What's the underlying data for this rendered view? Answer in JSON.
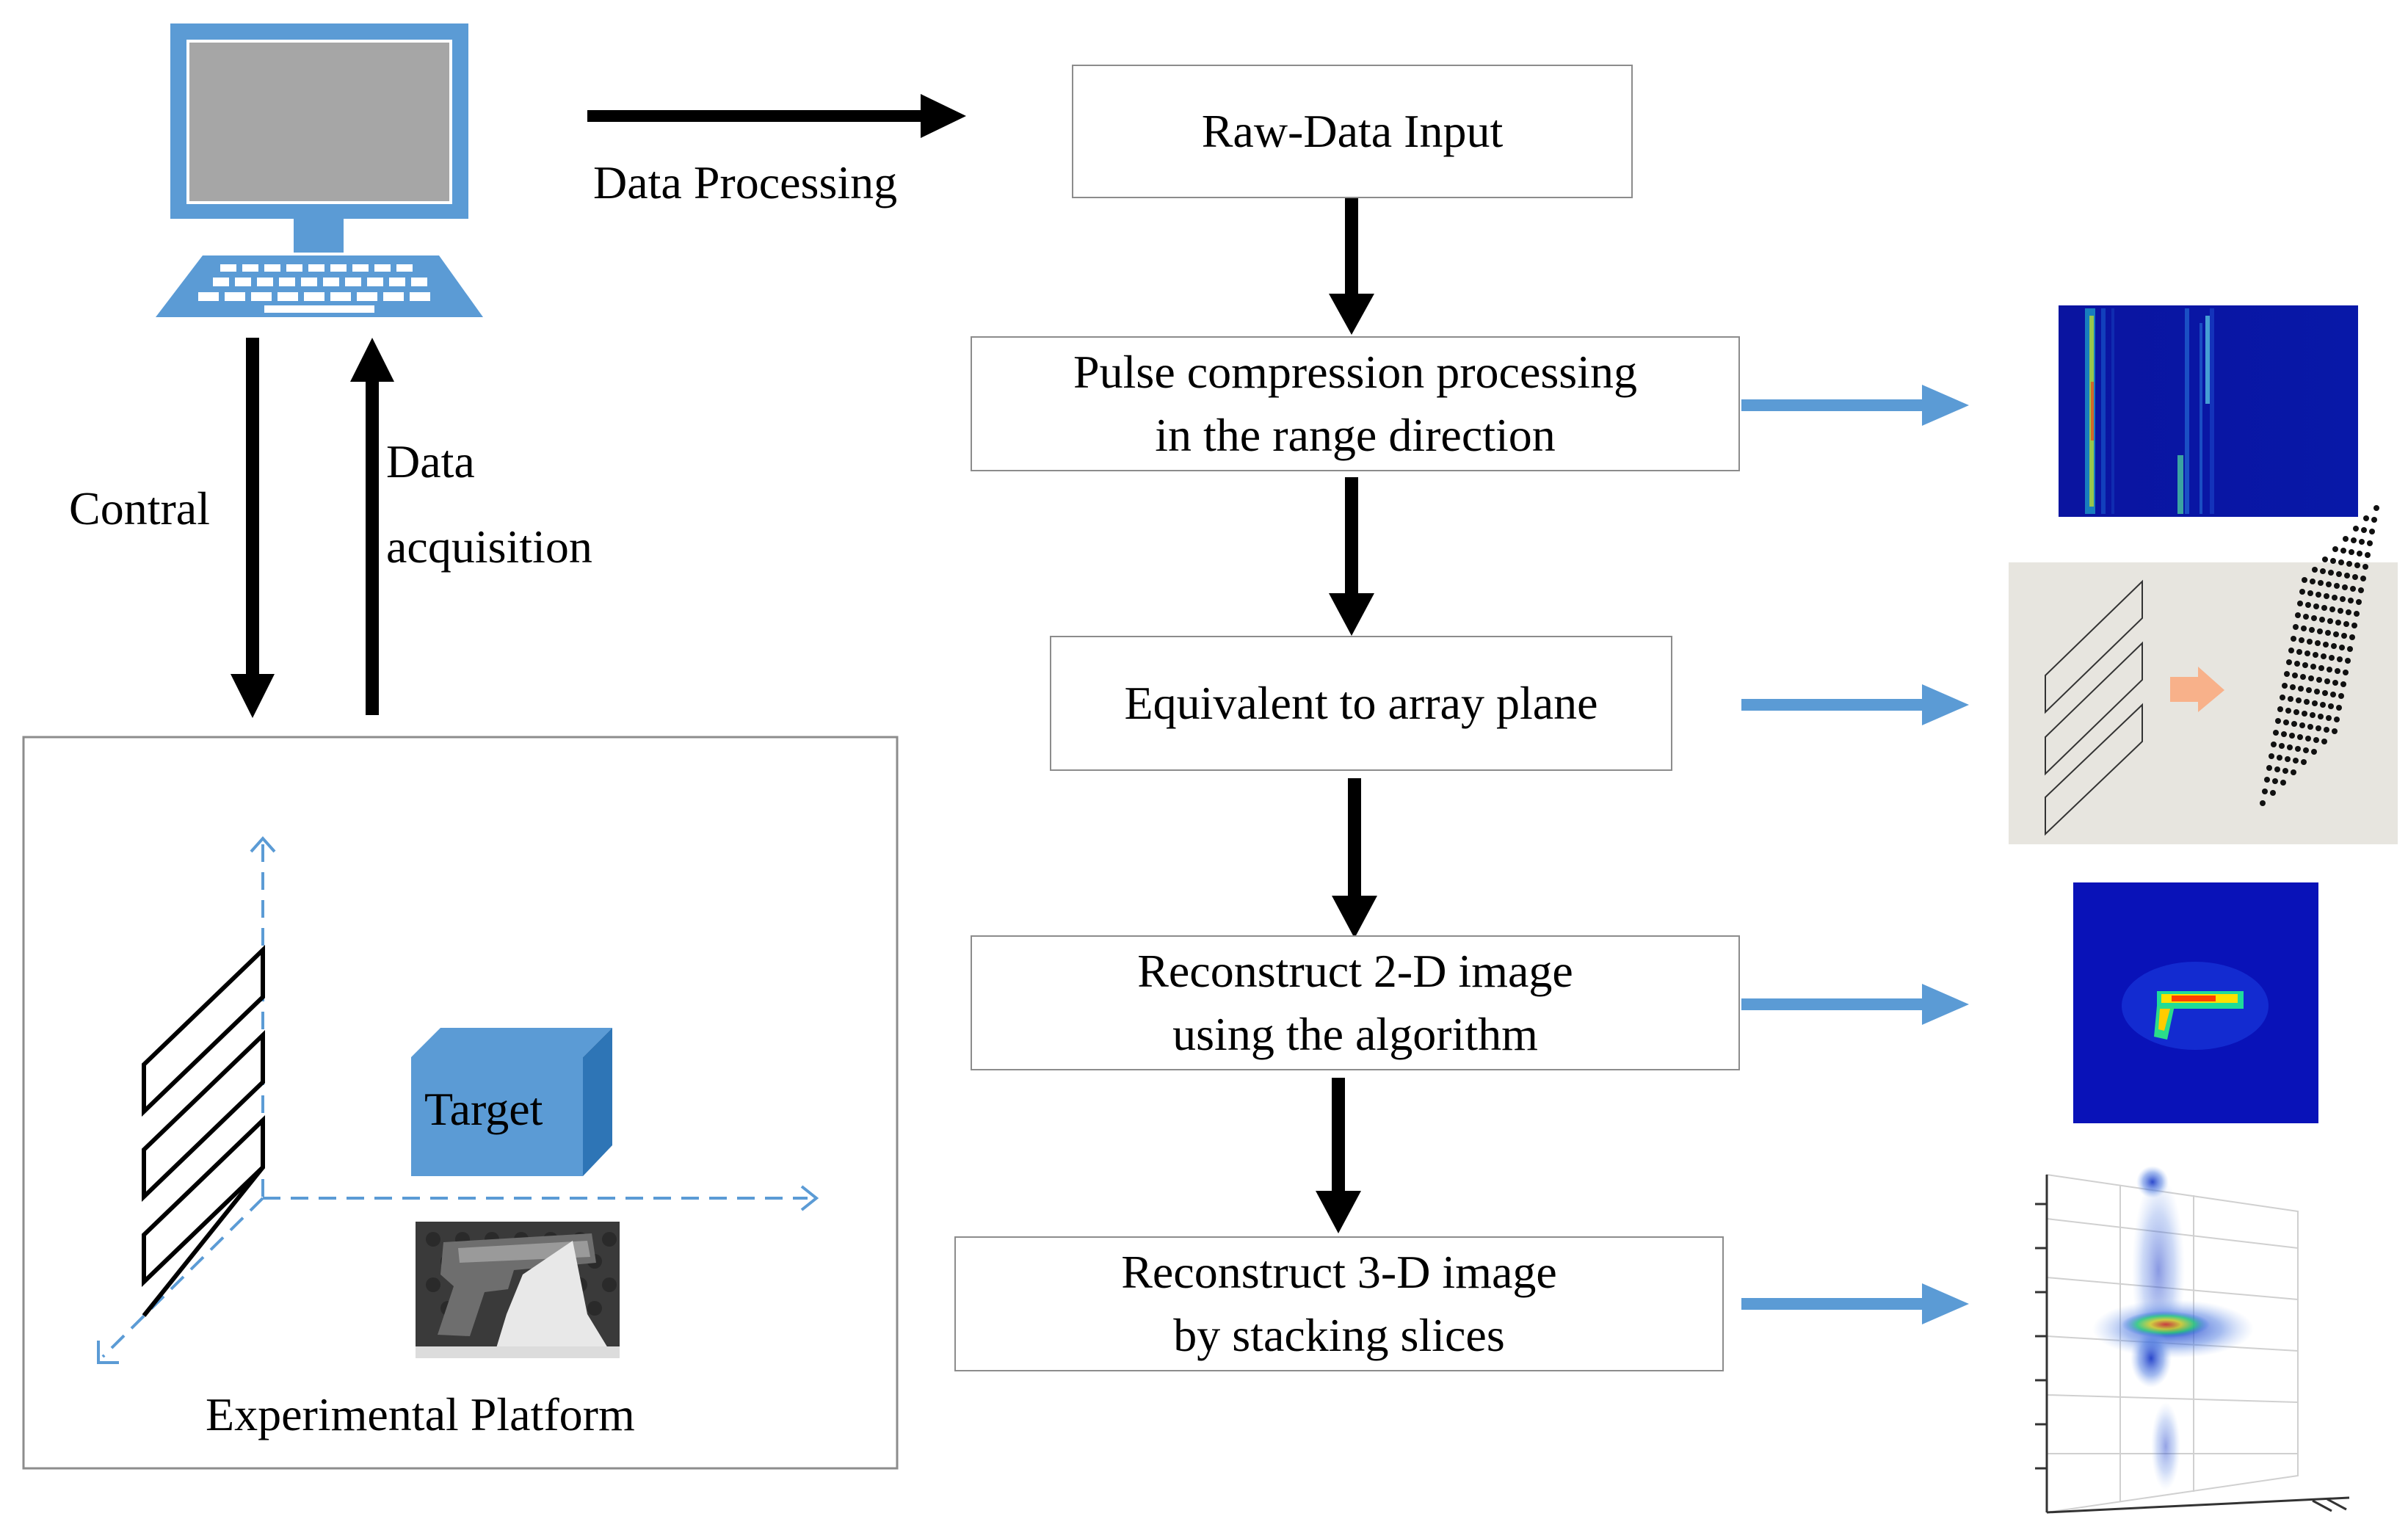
{
  "colors": {
    "accent_blue": "#5b9bd5",
    "dark_blue": "#2e75b6",
    "arrow_black": "#000000",
    "box_border": "#8c8c8c",
    "screen_gray": "#a6a6a6",
    "heat_navy": "#00008b",
    "panel_beige": "#e7e5df",
    "orange_arrow": "#f8b18a"
  },
  "labels": {
    "data_processing": "Data Processing",
    "control": "Contral",
    "data_acquisition_line1": "Data",
    "data_acquisition_line2": "acquisition",
    "platform": "Experimental Platform",
    "target": "Target"
  },
  "steps": [
    {
      "lines": [
        "Raw-Data Input"
      ]
    },
    {
      "lines": [
        "Pulse compression processing",
        "in the range direction"
      ]
    },
    {
      "lines": [
        "Equivalent to array plane"
      ]
    },
    {
      "lines": [
        "Reconstruct 2-D image",
        "using the algorithm"
      ]
    },
    {
      "lines": [
        "Reconstruct 3-D image",
        "by stacking slices"
      ]
    }
  ],
  "icons": {
    "computer": "computer-icon",
    "target": "target-cube-icon",
    "gun_photo": "gun-photo-icon"
  }
}
